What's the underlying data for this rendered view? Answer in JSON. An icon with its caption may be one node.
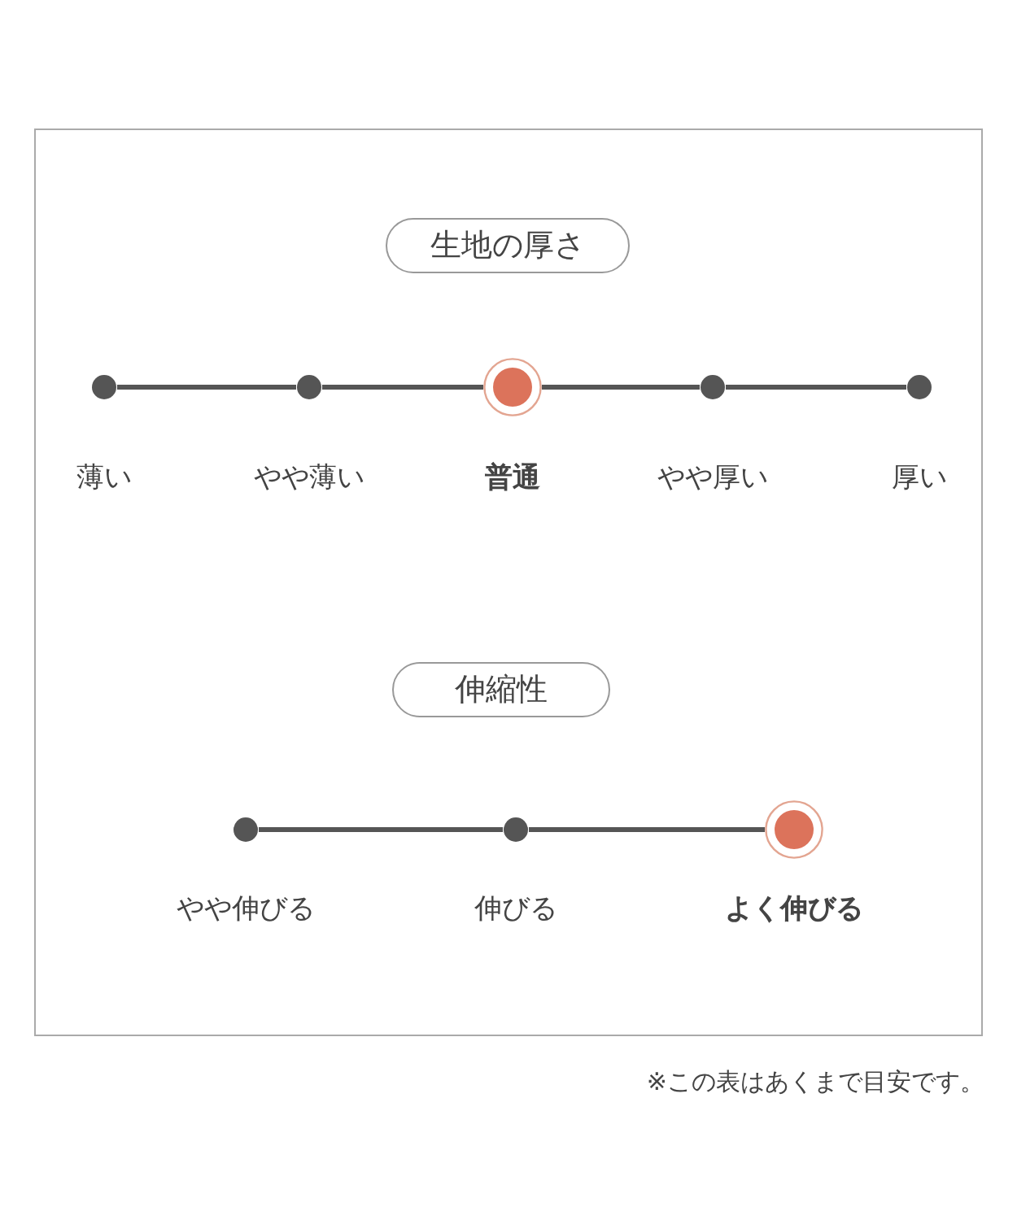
{
  "diagram": {
    "nodes": [
      {
        "text": [
          "生地の厚さ"
        ]
      },
      {
        "text": [],
        "shape": "circle",
        "beside": [
          "薄い"
        ]
      },
      {
        "text": [],
        "shape": "circle",
        "beside": [
          "やや薄い"
        ]
      },
      {
        "text": [],
        "shape": "target",
        "beside": [
          "普通"
        ]
      },
      {
        "text": [],
        "shape": "circle",
        "beside": [
          "やや厚い"
        ]
      },
      {
        "text": [],
        "shape": "circle",
        "beside": [
          "厚い"
        ]
      },
      {
        "text": [
          "伸縮性"
        ]
      },
      {
        "text": [],
        "shape": "circle",
        "beside": [
          "やや伸びる"
        ]
      },
      {
        "text": [],
        "shape": "circle",
        "beside": [
          "伸びる"
        ]
      },
      {
        "text": [],
        "shape": "target",
        "beside": [
          "よく伸びる"
        ]
      }
    ],
    "edges": [
      {
        "from": 1,
        "to": 2,
        "arrow": "none"
      },
      {
        "from": 2,
        "to": 3,
        "arrow": "none"
      },
      {
        "from": 3,
        "to": 4,
        "arrow": "none"
      },
      {
        "from": 4,
        "to": 5,
        "arrow": "none"
      },
      {
        "from": 7,
        "to": 8,
        "arrow": "none"
      },
      {
        "from": 8,
        "to": 9,
        "arrow": "none"
      }
    ],
    "labels": [
      "※この表はあくまで目安です。"
    ]
  }
}
